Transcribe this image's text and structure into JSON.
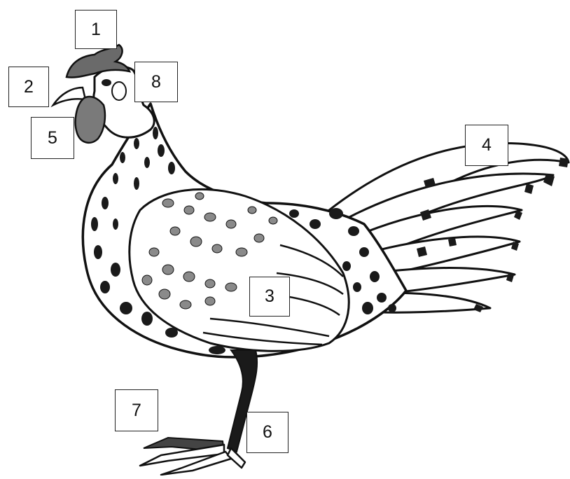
{
  "labels": [
    {
      "id": "1",
      "text": "1"
    },
    {
      "id": "2",
      "text": "2"
    },
    {
      "id": "3",
      "text": "3"
    },
    {
      "id": "4",
      "text": "4"
    },
    {
      "id": "5",
      "text": "5"
    },
    {
      "id": "6",
      "text": "6"
    },
    {
      "id": "7",
      "text": "7"
    },
    {
      "id": "8",
      "text": "8"
    }
  ],
  "colors": {
    "outline": "#111111",
    "spots_dark": "#1a1a1a",
    "spots_grey": "#8a8a8a",
    "comb": "#6a6a6a",
    "wattle": "#7a7a7a",
    "background": "#ffffff"
  }
}
